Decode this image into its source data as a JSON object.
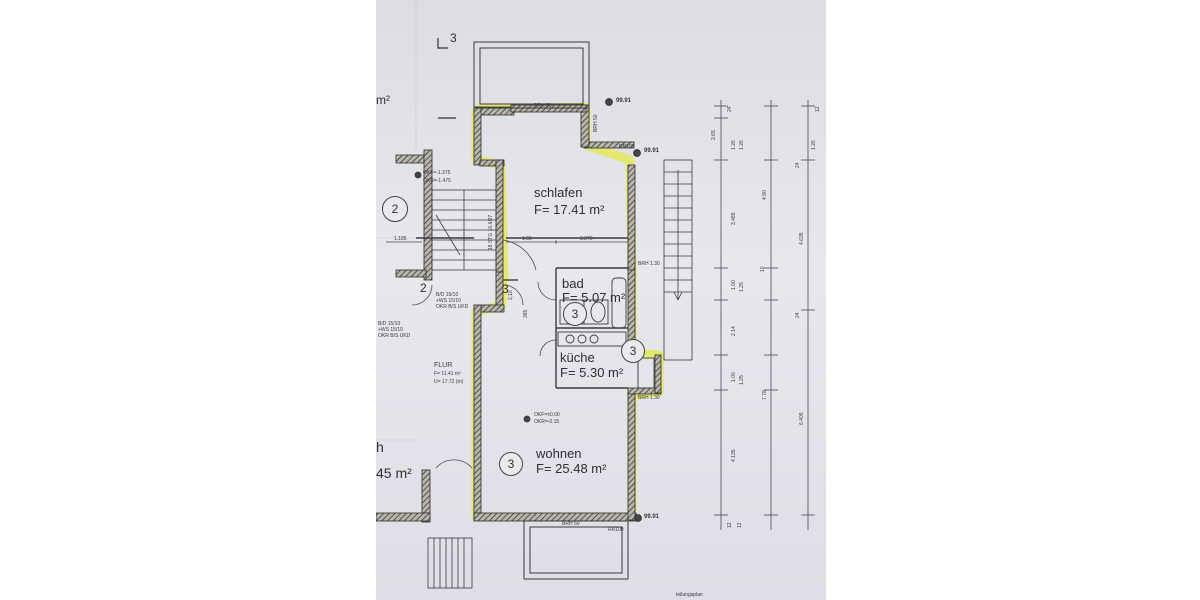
{
  "rooms": {
    "schlafen": {
      "name": "schlafen",
      "area": "F= 17.41 m²"
    },
    "bad": {
      "name": "bad",
      "area": "F= 5.07 m²"
    },
    "kueche": {
      "name": "küche",
      "area": "F= 5.30 m²"
    },
    "wohnen": {
      "name": "wohnen",
      "area": "F= 25.48 m²"
    },
    "flur": {
      "name": "FLUR",
      "area": "F= 11.41 m²",
      "perimeter": "U= 17.72 (m)"
    }
  },
  "unit_markers": {
    "left_unit": "2",
    "bad": "3",
    "kueche": "3",
    "wohnen": "3",
    "flur_unit": "2",
    "stair_unit": "3",
    "section": "3"
  },
  "levels": {
    "top": "99.91",
    "balcony_right": "99.91",
    "bottom": "99.91",
    "stair_okf": "OKF=-1.375",
    "stair_okr": "OKR=-1.475",
    "wohnen_okf": "OKF=±0.00",
    "wohnen_okr": "OKR=-0.15"
  },
  "labels": {
    "brh_top": "BRH 50",
    "brh_side": "BRH 50",
    "rr_top": "RR100",
    "brh_bad": "BRH 1.30",
    "brh_kueche": "BRH 1.30",
    "brh_bottom": "BRH 50",
    "rr_bottom": "RR100",
    "stair_note": "18 STG 16,6/27",
    "door_note_1a": "B/D 15/10",
    "door_note_1b": "+WS 15/10",
    "door_note_1c": "OKR B/S UKD",
    "door_note_2a": "B/D 15/10",
    "door_note_2b": "+WS 15/10",
    "door_note_2c": "OKR B/S UKD",
    "door_width": "2,16",
    "opening": "365",
    "dim_1185": "1.185",
    "dim_155": "1.55",
    "dim_2275": "2.275",
    "partial_m2_top": "m²",
    "partial_m2_bottom": "45 m²",
    "partial_h": "h",
    "footer_partial": "teilungsplan"
  },
  "dimensions": {
    "col1": [
      "2.65",
      "1.26",
      "3.485",
      "1.00",
      "2.14",
      "1.00",
      "4.135",
      "12"
    ],
    "col2": [
      "24",
      "1.26",
      "4.90",
      "1.25",
      "10",
      "1.25",
      "7.78",
      "12"
    ],
    "col3": [
      "12",
      "1.26",
      "24",
      "4.635",
      "24",
      "6.405"
    ]
  },
  "highlight_color": "#e4e85a",
  "wall_color": "#3d3a36"
}
